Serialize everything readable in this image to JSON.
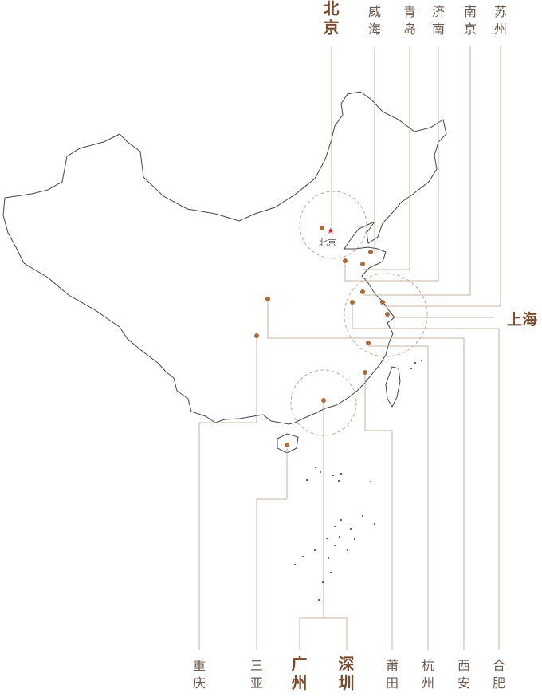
{
  "map": {
    "top_cities": [
      "北京",
      "威海",
      "青岛",
      "济南",
      "南京",
      "苏州"
    ],
    "right_city": "上海",
    "bottom_cities": [
      "重庆",
      "三亚",
      "广州",
      "深圳",
      "莆田",
      "杭州",
      "西安",
      "合肥"
    ],
    "highlight_cities": [
      "北京",
      "上海",
      "广州",
      "深圳"
    ],
    "map_capital_label": "北京",
    "colors": {
      "outline": "#444444",
      "leader_line": "#c9b3a3",
      "marker": "#b06a3a",
      "highlight_text": "#7a4a2c",
      "text": "#6b5a4e",
      "capital_star": "#d9232e",
      "dashed_circle": "#c8a58b"
    }
  }
}
